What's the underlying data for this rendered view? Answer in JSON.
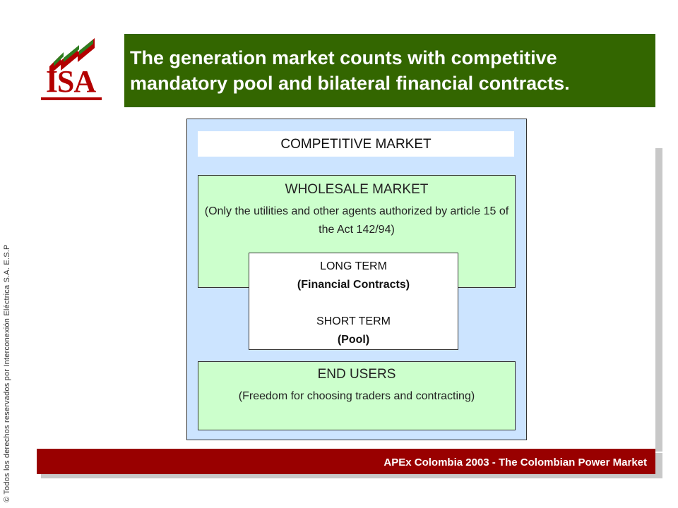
{
  "logo": {
    "text": "ISA",
    "color": "#b30000"
  },
  "title": {
    "line1": "The generation market counts with competitive",
    "line2": "mandatory pool and bilateral financial contracts."
  },
  "copyright": "© Todos los derechos reservados por Interconexión Eléctrica S.A. E.S.P",
  "footer": "APEx Colombia 2003 - The Colombian Power Market",
  "diagram": {
    "competitive_market": "COMPETITIVE MARKET",
    "wholesale_market": {
      "heading": "WHOLESALE MARKET",
      "description": "(Only the utilities and other agents authorized by article 15 of the Act 142/94)"
    },
    "terms": {
      "long_term": "LONG TERM",
      "long_term_detail": "(Financial Contracts)",
      "short_term": "SHORT TERM",
      "short_term_detail": "(Pool)"
    },
    "end_users": {
      "heading": "END USERS",
      "description": "(Freedom for choosing traders and contracting)"
    }
  },
  "colors": {
    "title_bar": "#336600",
    "footer_bar": "#990000",
    "outer_box": "#cce4ff",
    "market_box": "#ccffcc"
  }
}
